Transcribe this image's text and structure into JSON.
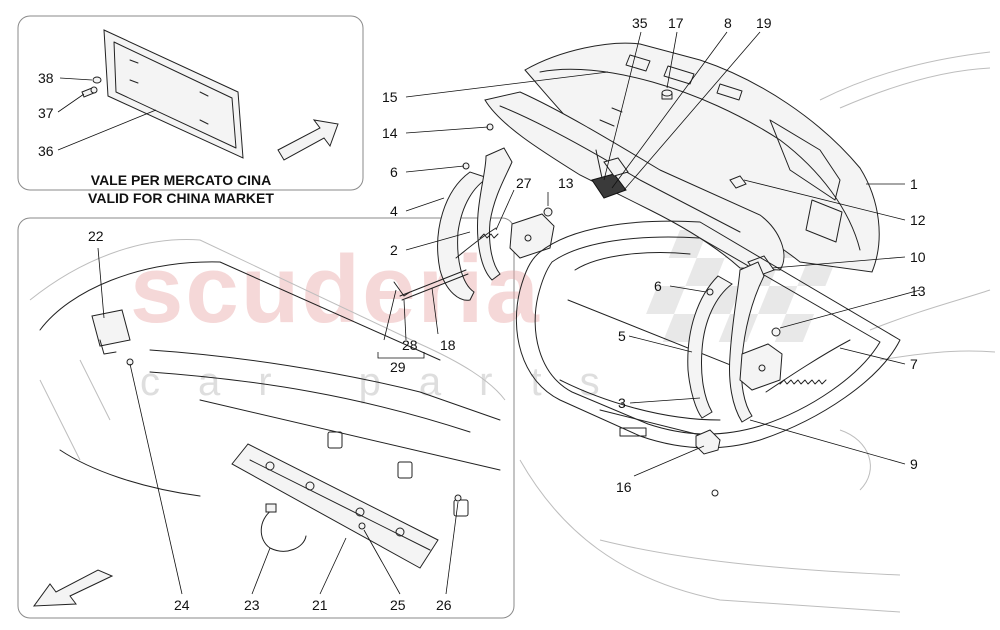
{
  "inset_note": {
    "line1": "VALE PER MERCATO CINA",
    "line2": "VALID FOR CHINA MARKET"
  },
  "watermark": {
    "brand": "scuderia",
    "sub": "car parts"
  },
  "callouts": {
    "c1": "1",
    "c2": "2",
    "c3": "3",
    "c4": "4",
    "c5": "5",
    "c6a": "6",
    "c6b": "6",
    "c7": "7",
    "c8": "8",
    "c9": "9",
    "c10": "10",
    "c12": "12",
    "c13a": "13",
    "c13b": "13",
    "c14": "14",
    "c15": "15",
    "c16": "16",
    "c17": "17",
    "c18": "18",
    "c19": "19",
    "c21": "21",
    "c22": "22",
    "c23": "23",
    "c24": "24",
    "c25": "25",
    "c26": "26",
    "c27": "27",
    "c28": "28",
    "c29": "29",
    "c35": "35",
    "c36": "36",
    "c37": "37",
    "c38": "38"
  },
  "colors": {
    "watermark_red": "#e9a9a9",
    "line": "#222222",
    "panel_border": "#8a8a8a"
  },
  "icons": {
    "direction_arrow_inset": "arrow-right-up-icon",
    "direction_arrow_bottom": "arrow-left-down-icon"
  }
}
